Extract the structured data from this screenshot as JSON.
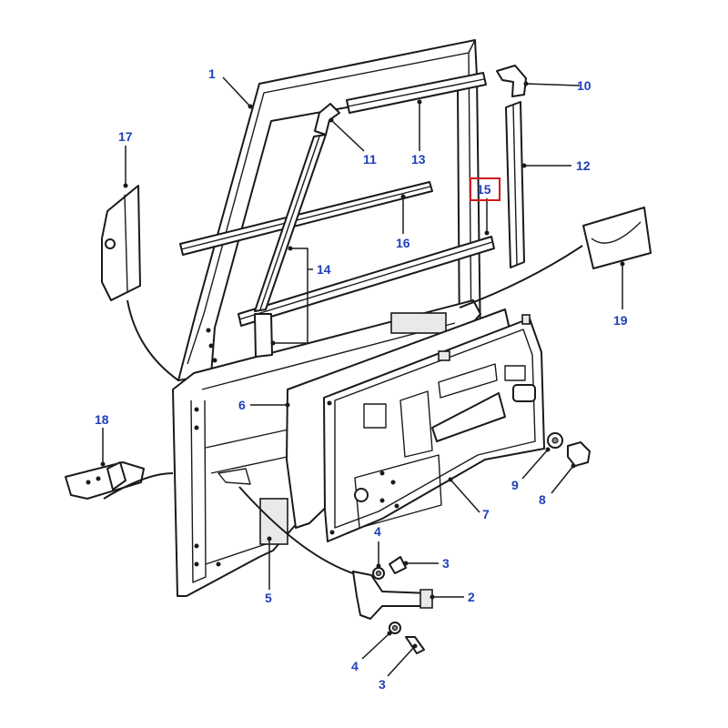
{
  "colors": {
    "callout_text": "#1f3fb8",
    "line": "#1a1a1a",
    "highlight": "#d01818",
    "background": "#ffffff"
  },
  "highlighted_callout": "15",
  "callouts": [
    {
      "id": "c1",
      "label": "1",
      "part": "door-frame"
    },
    {
      "id": "c2",
      "label": "2",
      "part": "hinge"
    },
    {
      "id": "c3a",
      "label": "3",
      "part": "hinge-screw-upper"
    },
    {
      "id": "c3b",
      "label": "3",
      "part": "hinge-screw-lower"
    },
    {
      "id": "c4a",
      "label": "4",
      "part": "washer-upper"
    },
    {
      "id": "c4b",
      "label": "4",
      "part": "washer-lower"
    },
    {
      "id": "c5",
      "label": "5",
      "part": "door-shell"
    },
    {
      "id": "c6",
      "label": "6",
      "part": "plastic-sheet"
    },
    {
      "id": "c7",
      "label": "7",
      "part": "door-trim-panel"
    },
    {
      "id": "c8",
      "label": "8",
      "part": "bolt"
    },
    {
      "id": "c9",
      "label": "9",
      "part": "washer"
    },
    {
      "id": "c10",
      "label": "10",
      "part": "corner-seal-rear"
    },
    {
      "id": "c11",
      "label": "11",
      "part": "corner-seal-front"
    },
    {
      "id": "c12",
      "label": "12",
      "part": "rear-glass-channel"
    },
    {
      "id": "c13",
      "label": "13",
      "part": "top-glass-channel"
    },
    {
      "id": "c14",
      "label": "14",
      "part": "front-glass-channel"
    },
    {
      "id": "c15",
      "label": "15",
      "part": "waist-seal-outer"
    },
    {
      "id": "c16",
      "label": "16",
      "part": "waist-seal-inner"
    },
    {
      "id": "c17",
      "label": "17",
      "part": "check-strap-bracket"
    },
    {
      "id": "c18",
      "label": "18",
      "part": "striker-bracket"
    },
    {
      "id": "c19",
      "label": "19",
      "part": "sound-deadening-pad"
    }
  ]
}
